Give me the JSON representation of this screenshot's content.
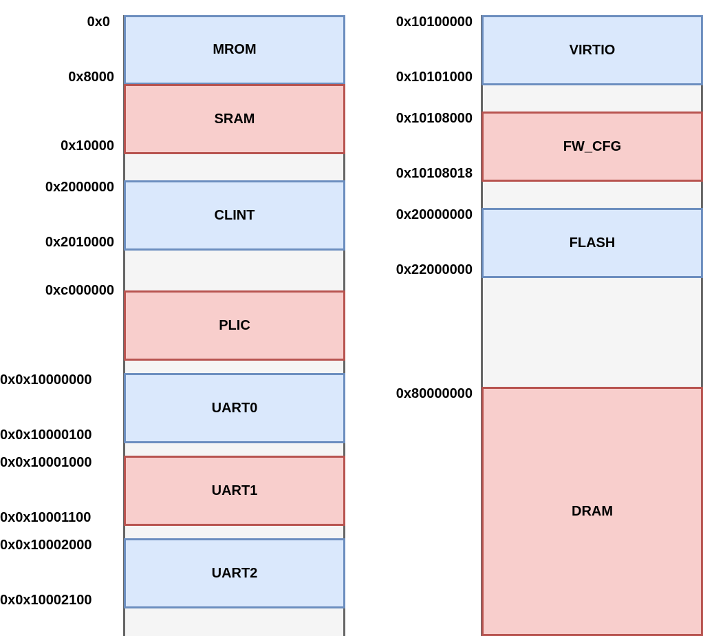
{
  "colors": {
    "blue_fill": "#dae8fc",
    "blue_stroke": "#6c8ebf",
    "red_fill": "#f8cecc",
    "red_stroke": "#b85450",
    "gap_fill": "#f5f5f5",
    "column_stroke": "#666666"
  },
  "left": {
    "regions": [
      {
        "label": "MROM",
        "color": "blue"
      },
      {
        "label": "SRAM",
        "color": "red"
      },
      {
        "label": "CLINT",
        "color": "blue"
      },
      {
        "label": "PLIC",
        "color": "red"
      },
      {
        "label": "UART0",
        "color": "blue"
      },
      {
        "label": "UART1",
        "color": "red"
      },
      {
        "label": "UART2",
        "color": "blue"
      }
    ],
    "addresses": [
      "0x0",
      "0x8000",
      "0x10000",
      "0x2000000",
      "0x2010000",
      "0xc000000",
      "0x0x10000000",
      "0x0x10000100",
      "0x0x10001000",
      "0x0x10001100",
      "0x0x10002000",
      "0x0x10002100"
    ]
  },
  "right": {
    "regions": [
      {
        "label": "VIRTIO",
        "color": "blue"
      },
      {
        "label": "FW_CFG",
        "color": "red"
      },
      {
        "label": "FLASH",
        "color": "blue"
      },
      {
        "label": "DRAM",
        "color": "red"
      }
    ],
    "addresses": [
      "0x10100000",
      "0x10101000",
      "0x10108000",
      "0x10108018",
      "0x20000000",
      "0x22000000",
      "0x80000000"
    ]
  }
}
